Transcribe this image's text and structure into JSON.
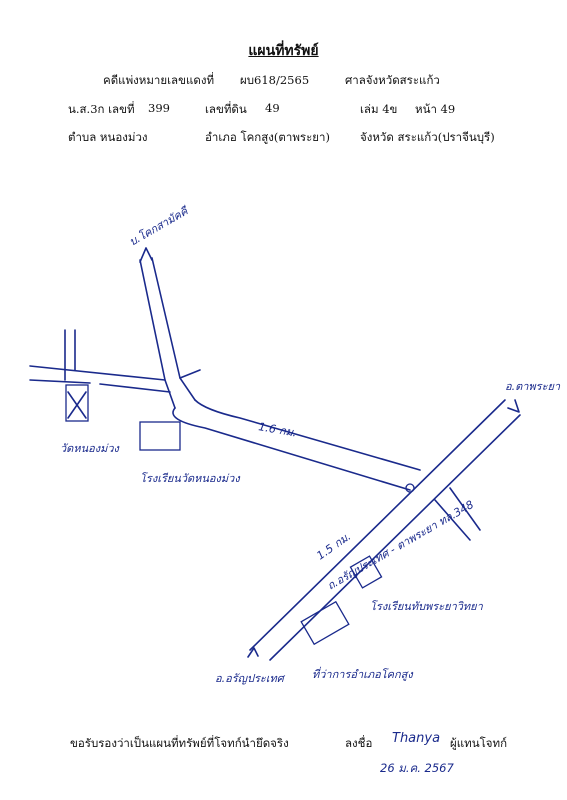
{
  "header": {
    "title": "แผนที่ทรัพย์",
    "case_label": "คดีแพ่งหมายเลขแดงที่",
    "case_no": "ผบ618/2565",
    "court": "ศาลจังหวัดสระแก้ว",
    "deed_label": "น.ส.3ก เลขที่",
    "deed_no": "399",
    "land_label": "เลขที่ดิน",
    "land_no": "49",
    "book_label": "เล่ม 4ข",
    "page_label": "หน้า 49",
    "subdistrict": "ตำบล หนองม่วง",
    "district": "อำเภอ โคกสูง(ตาพระยา)",
    "province": "จังหวัด สระแก้ว(ปราจีนบุรี)"
  },
  "map_labels": {
    "north_road": "บ.โคกสามัคคี",
    "east_dest": "อ.ตาพระยา",
    "south_dest": "อ.อรัญประเทศ",
    "highway": "ถ.อรัญประเทศ - ตาพระยา ทล.348",
    "dist_1": "1.5 กม.",
    "dist_2": "1.6 กม.",
    "wat": "วัดหนองม่วง",
    "school1": "โรงเรียนวัดหนองม่วง",
    "school2": "โรงเรียนทับพระยาวิทยา",
    "office": "ที่ว่าการอำเภอโคกสูง"
  },
  "footer": {
    "certify": "ขอรับรองว่าเป็นแผนที่ทรัพย์ที่โจทก์นำยึดจริง",
    "sign_label": "ลงชื่อ",
    "signature": "Thanya",
    "role": "ผู้แทนโจทก์",
    "date": "26 ม.ค. 2567"
  },
  "colors": {
    "ink": "#1a2a8c",
    "text": "#111111"
  }
}
